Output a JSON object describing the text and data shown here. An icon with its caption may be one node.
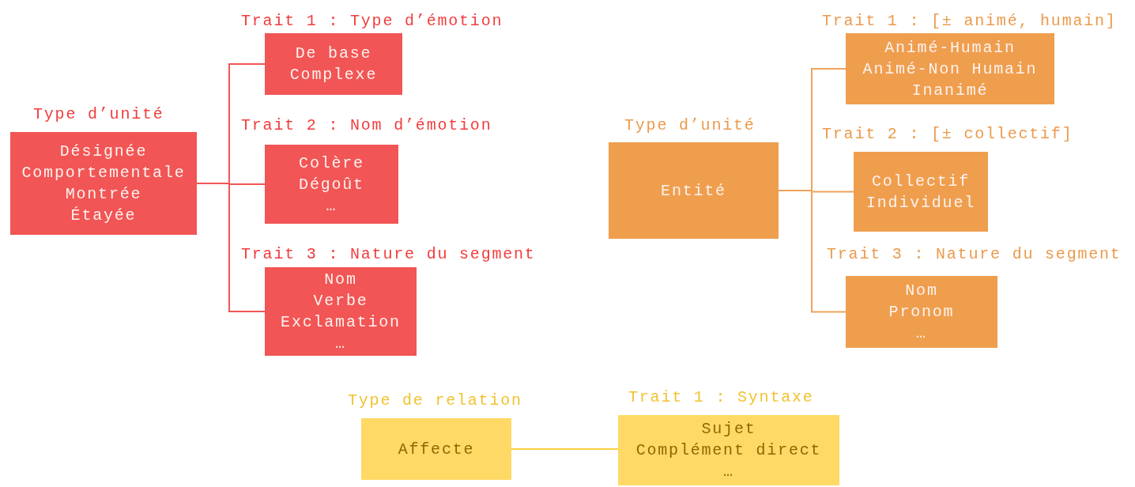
{
  "diagram": {
    "nodes": [
      {
        "text": [
          "Type d’unité",
          "Désignée",
          "Comportementale",
          "Montrée",
          "Étayée"
        ]
      },
      {
        "text": [
          "Trait 1 : Type d’émotion",
          "De base",
          "Complexe"
        ]
      },
      {
        "text": [
          "Trait 2 : Nom d’émotion",
          "Colère",
          "Dégoût",
          "…"
        ]
      },
      {
        "text": [
          "Trait 3 : Nature du segment",
          "Nom",
          "Verbe",
          "Exclamation",
          "…"
        ]
      },
      {
        "text": [
          "Type d’unité",
          "Entité"
        ]
      },
      {
        "text": [
          "Trait 1 : [± animé, humain]",
          "Animé-Humain",
          "Animé-Non Humain",
          "Inanimé"
        ]
      },
      {
        "text": [
          "Trait 2 : [± collectif]",
          "Collectif",
          "Individuel"
        ]
      },
      {
        "text": [
          "Trait 3 : Nature du segment",
          "Nom",
          "Pronom",
          "…"
        ]
      },
      {
        "text": [
          "Type de relation",
          "Affecte"
        ]
      },
      {
        "text": [
          "Trait 1 : Syntaxe",
          "Sujet",
          "Complément direct",
          "…"
        ]
      }
    ],
    "edges": [
      {
        "from": 0,
        "to": 1,
        "arrow": "none",
        "color": "#f25555"
      },
      {
        "from": 0,
        "to": 2,
        "arrow": "none",
        "color": "#f25555"
      },
      {
        "from": 0,
        "to": 3,
        "arrow": "none",
        "color": "#f25555"
      },
      {
        "from": 4,
        "to": 5,
        "arrow": "none",
        "color": "#f0a35a"
      },
      {
        "from": 4,
        "to": 6,
        "arrow": "none",
        "color": "#f0a35a"
      },
      {
        "from": 4,
        "to": 7,
        "arrow": "none",
        "color": "#f0a35a"
      },
      {
        "from": 8,
        "to": 9,
        "arrow": "none",
        "color": "#ffcf3f"
      }
    ]
  }
}
